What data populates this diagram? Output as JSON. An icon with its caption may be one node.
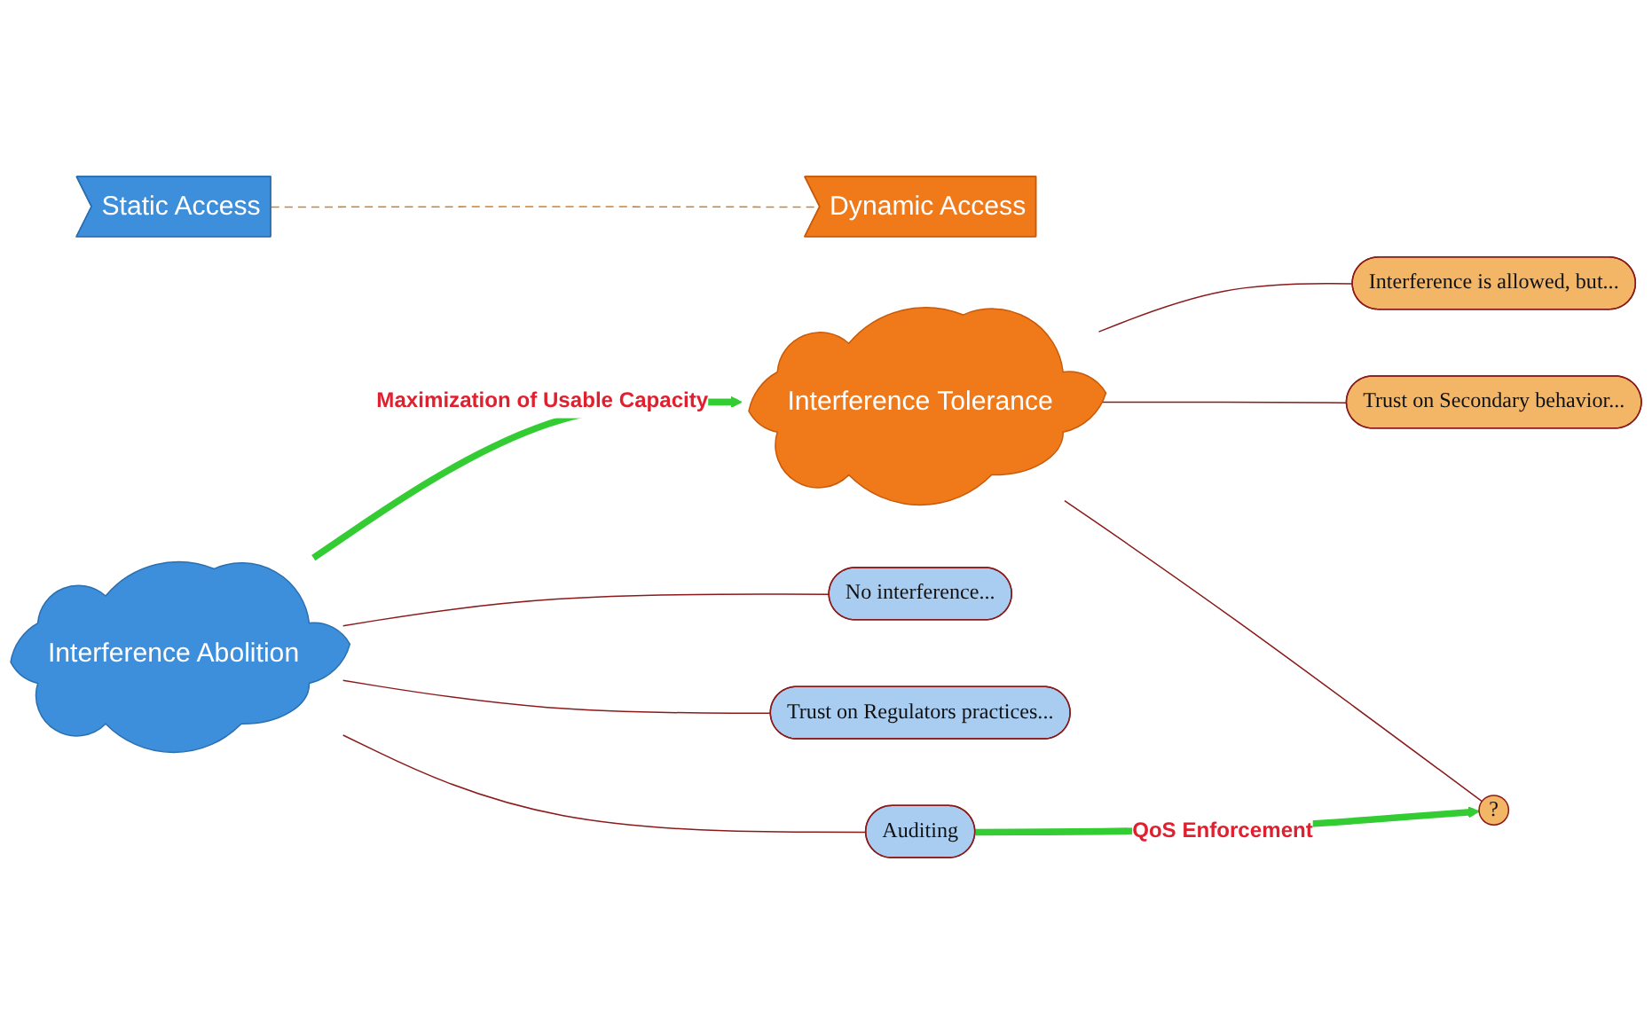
{
  "diagram": {
    "nodes": [
      {
        "text": [
          "Static Access"
        ]
      },
      {
        "text": [
          "Dynamic Access"
        ]
      },
      {
        "text": [
          "Interference Abolition"
        ]
      },
      {
        "text": [
          "Interference Tolerance"
        ]
      },
      {
        "text": [
          "No interference..."
        ]
      },
      {
        "text": [
          "Interference is allowed, but..."
        ]
      },
      {
        "text": [
          "Trust on Regulators practices..."
        ]
      },
      {
        "text": [
          "Trust on Secondary behavior..."
        ]
      },
      {
        "text": [
          "Auditing"
        ]
      },
      {
        "text": [
          "?"
        ]
      }
    ],
    "edges": [
      {
        "from": 0,
        "to": 1,
        "arrow": "none",
        "style": "dashed",
        "color": "#c8843c"
      },
      {
        "from": 2,
        "to": 3,
        "arrow": "to",
        "label": "Maximization of Usable Capacity",
        "style": "thick",
        "color": "#33cc33"
      },
      {
        "from": 2,
        "to": 4,
        "arrow": "none"
      },
      {
        "from": 2,
        "to": 6,
        "arrow": "none"
      },
      {
        "from": 2,
        "to": 8,
        "arrow": "none"
      },
      {
        "from": 3,
        "to": 5,
        "arrow": "none"
      },
      {
        "from": 3,
        "to": 7,
        "arrow": "none"
      },
      {
        "from": 3,
        "to": 9,
        "arrow": "none"
      },
      {
        "from": 8,
        "to": 9,
        "arrow": "to",
        "label": "QoS Enforcement",
        "style": "thick",
        "color": "#33cc33"
      }
    ]
  }
}
